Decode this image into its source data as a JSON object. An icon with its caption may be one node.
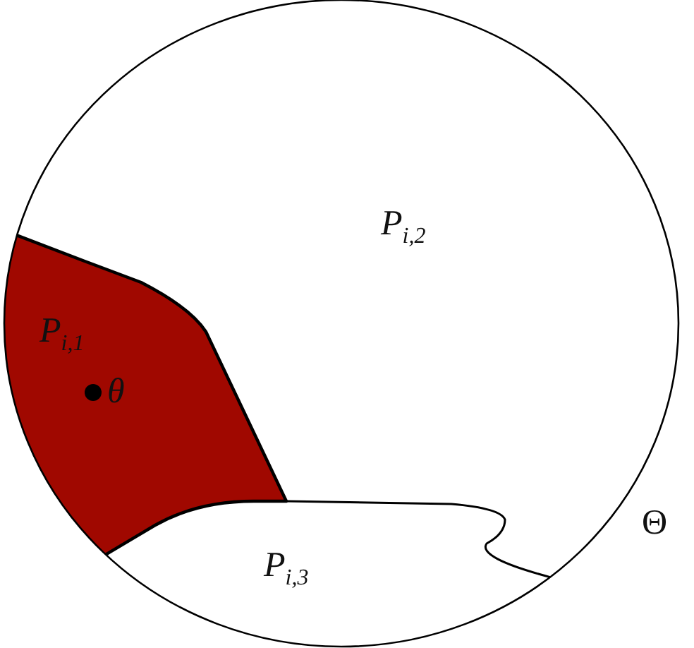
{
  "diagram": {
    "nodes": [
      {
        "text": [
          "*P*$_{i,1}$",
          "θ"
        ]
      },
      {
        "text": [
          "*P*$_{i,2}$"
        ]
      },
      {
        "text": [
          "*P*$_{i,3}$"
        ]
      }
    ],
    "labels": [
      "Θ"
    ]
  }
}
